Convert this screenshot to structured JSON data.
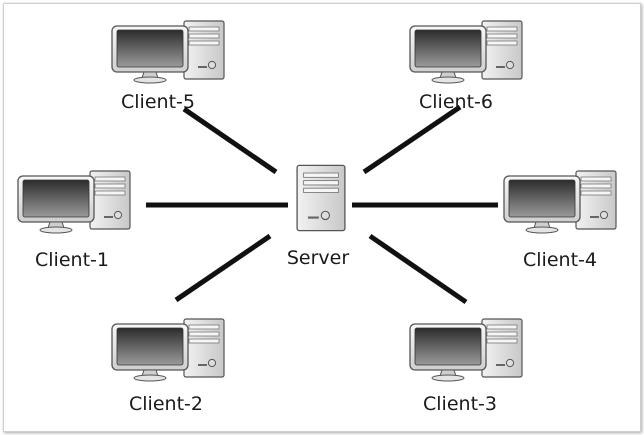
{
  "colors": {
    "link": "#111111",
    "case": "#dcdcdc",
    "screen": "#4a4a4a",
    "label": "#1a1a1a"
  },
  "icons": {
    "client": "computer-icon",
    "server": "server-tower-icon"
  },
  "nodes": {
    "server": {
      "label": "Server"
    },
    "client_1": {
      "label": "Client-1"
    },
    "client_2": {
      "label": "Client-2"
    },
    "client_3": {
      "label": "Client-3"
    },
    "client_4": {
      "label": "Client-4"
    },
    "client_5": {
      "label": "Client-5"
    },
    "client_6": {
      "label": "Client-6"
    }
  },
  "links": [
    {
      "from": "server",
      "to": "client_1"
    },
    {
      "from": "server",
      "to": "client_2"
    },
    {
      "from": "server",
      "to": "client_3"
    },
    {
      "from": "server",
      "to": "client_4"
    },
    {
      "from": "server",
      "to": "client_5"
    },
    {
      "from": "server",
      "to": "client_6"
    }
  ]
}
